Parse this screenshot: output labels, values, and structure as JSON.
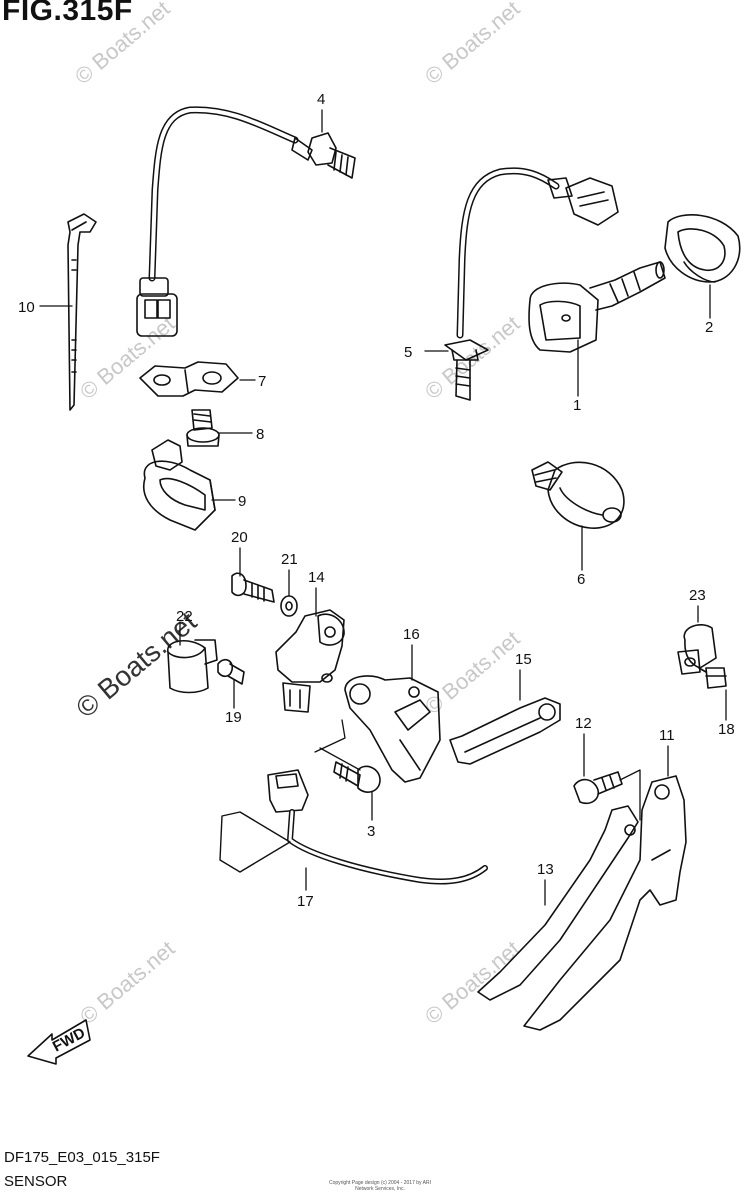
{
  "figure": {
    "title": "FIG.315F",
    "code": "DF175_E03_015_315F",
    "subtitle": "SENSOR"
  },
  "watermark": {
    "text": "© Boats.net"
  },
  "copyright_text": "Copyright Page design (c) 2004 - 2017 by ARI Network Services, Inc.",
  "fwd_label": "FWD",
  "callouts": [
    "1",
    "2",
    "3",
    "4",
    "5",
    "6",
    "7",
    "8",
    "9",
    "10",
    "11",
    "12",
    "13",
    "14",
    "15",
    "16",
    "17",
    "18",
    "19",
    "20",
    "21",
    "22",
    "23"
  ],
  "colors": {
    "line": "#111111",
    "watermark": "#c8c8c8",
    "background": "#ffffff"
  }
}
